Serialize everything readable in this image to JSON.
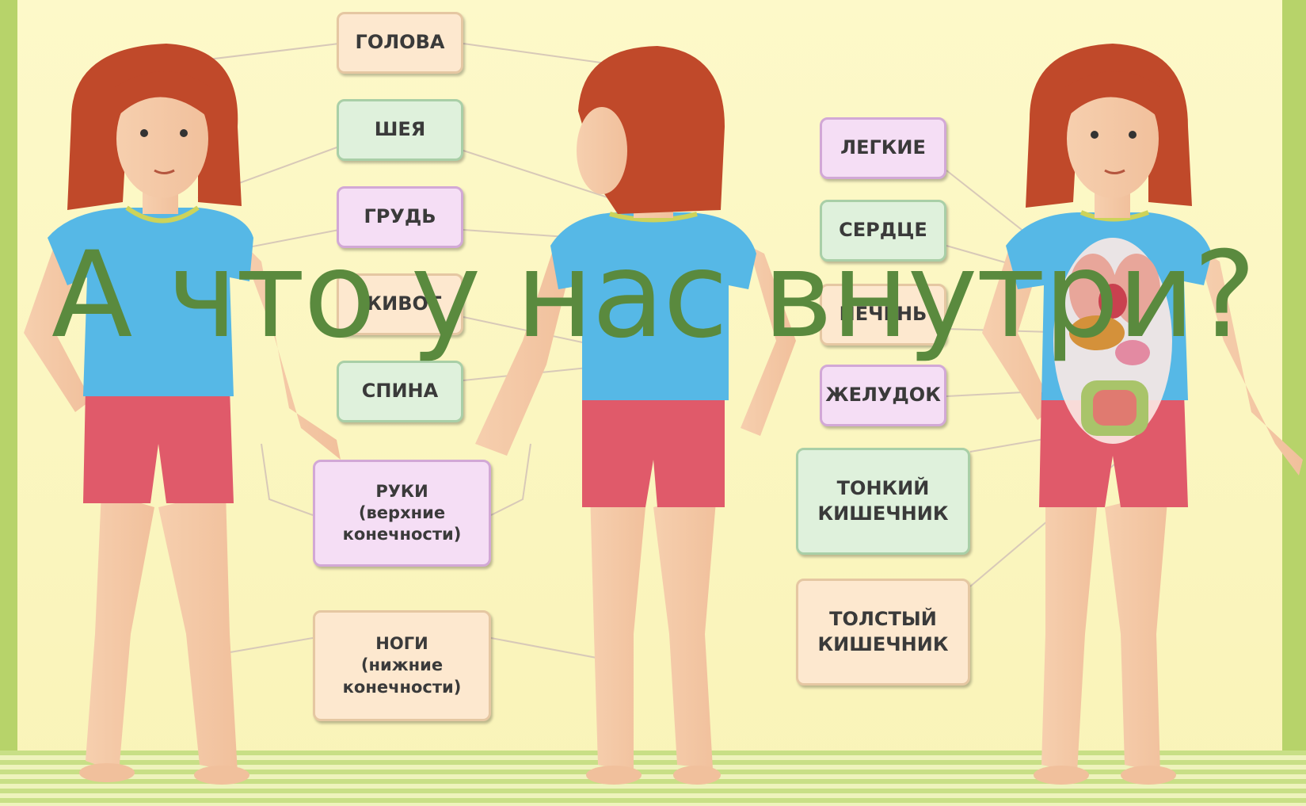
{
  "title": "А что у нас внутри?",
  "colors": {
    "title": "#5a8a3e",
    "background": "#fdf9c9",
    "border": "#b7d36a"
  },
  "labels": {
    "head": "ГОЛОВА",
    "neck": "ШЕЯ",
    "chest": "ГРУДЬ",
    "belly": "ЖИВОТ",
    "back": "СПИНА",
    "arms_1": "РУКИ",
    "arms_2": "(верхние",
    "arms_3": "конечности)",
    "legs_1": "НОГИ",
    "legs_2": "(нижние",
    "legs_3": "конечности)",
    "lungs": "ЛЕГКИЕ",
    "heart": "СЕРДЦЕ",
    "liver": "ПЕЧЕНЬ",
    "stomach": "ЖЕЛУДОК",
    "small_intestine_1": "ТОНКИЙ",
    "small_intestine_2": "КИШЕЧНИК",
    "large_intestine_1": "ТОЛСТЫЙ",
    "large_intestine_2": "КИШЕЧНИК"
  }
}
